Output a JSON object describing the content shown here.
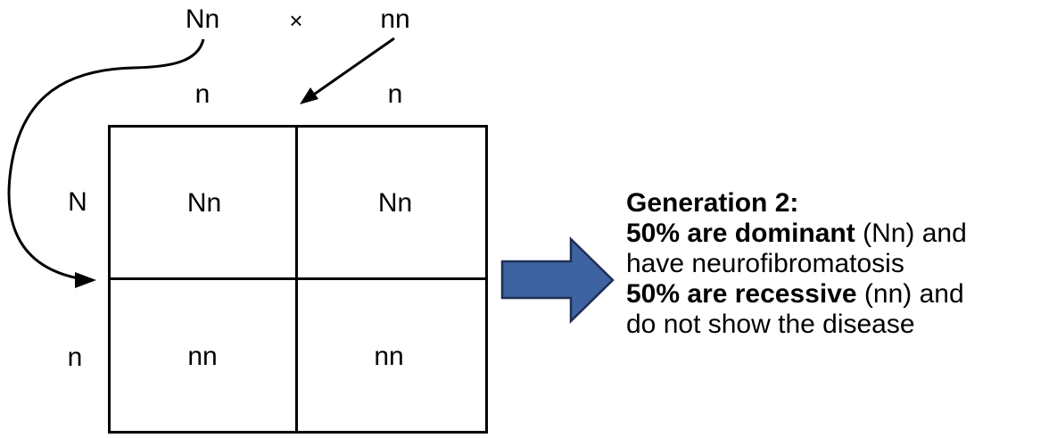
{
  "parents": {
    "left": "Nn",
    "cross": "×",
    "right": "nn"
  },
  "columns": [
    "n",
    "n"
  ],
  "rows": [
    "N",
    "n"
  ],
  "cells": [
    [
      "Nn",
      "Nn"
    ],
    [
      "nn",
      "nn"
    ]
  ],
  "result": {
    "heading": "Generation 2:",
    "line1_bold": "50% are dominant",
    "line1_rest": " (Nn) and",
    "line2": "have neurofibromatosis",
    "line3_bold": "50% are recessive",
    "line3_rest": " (nn) and",
    "line4": "do not show the disease"
  },
  "colors": {
    "arrow_fill": "#3f63a0",
    "arrow_stroke": "#1d2f55",
    "lines": "#000000"
  }
}
